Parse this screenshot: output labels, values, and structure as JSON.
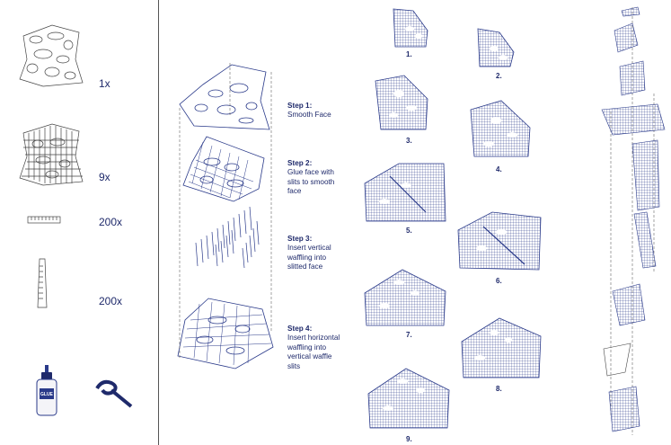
{
  "parts": [
    {
      "name": "smooth-face-piece",
      "quantity": "1x"
    },
    {
      "name": "slitted-face-piece",
      "quantity": "9x"
    },
    {
      "name": "horizontal-waffle-strip",
      "quantity": "200x"
    },
    {
      "name": "vertical-waffle-strip",
      "quantity": "200x"
    }
  ],
  "tools": [
    "glue-bottle-icon",
    "cable-tie-icon"
  ],
  "glue_label": "GLUE",
  "steps": [
    {
      "title": "Step 1:",
      "text": "Smooth Face"
    },
    {
      "title": "Step 2:",
      "text": "Glue face with\nslits to smooth\nface"
    },
    {
      "title": "Step 3:",
      "text": "Insert vertical\nwaffling into\nslitted face"
    },
    {
      "title": "Step 4:",
      "text": "Insert horizontal\nwaffling into\nvertical waffle\nslits"
    }
  ],
  "assembly_numbers": [
    "1.",
    "2.",
    "3.",
    "4.",
    "5.",
    "6.",
    "7.",
    "8.",
    "9."
  ],
  "colors": {
    "ink": "#1f2a6b",
    "line": "#2a3a8a",
    "divider": "#555555"
  }
}
